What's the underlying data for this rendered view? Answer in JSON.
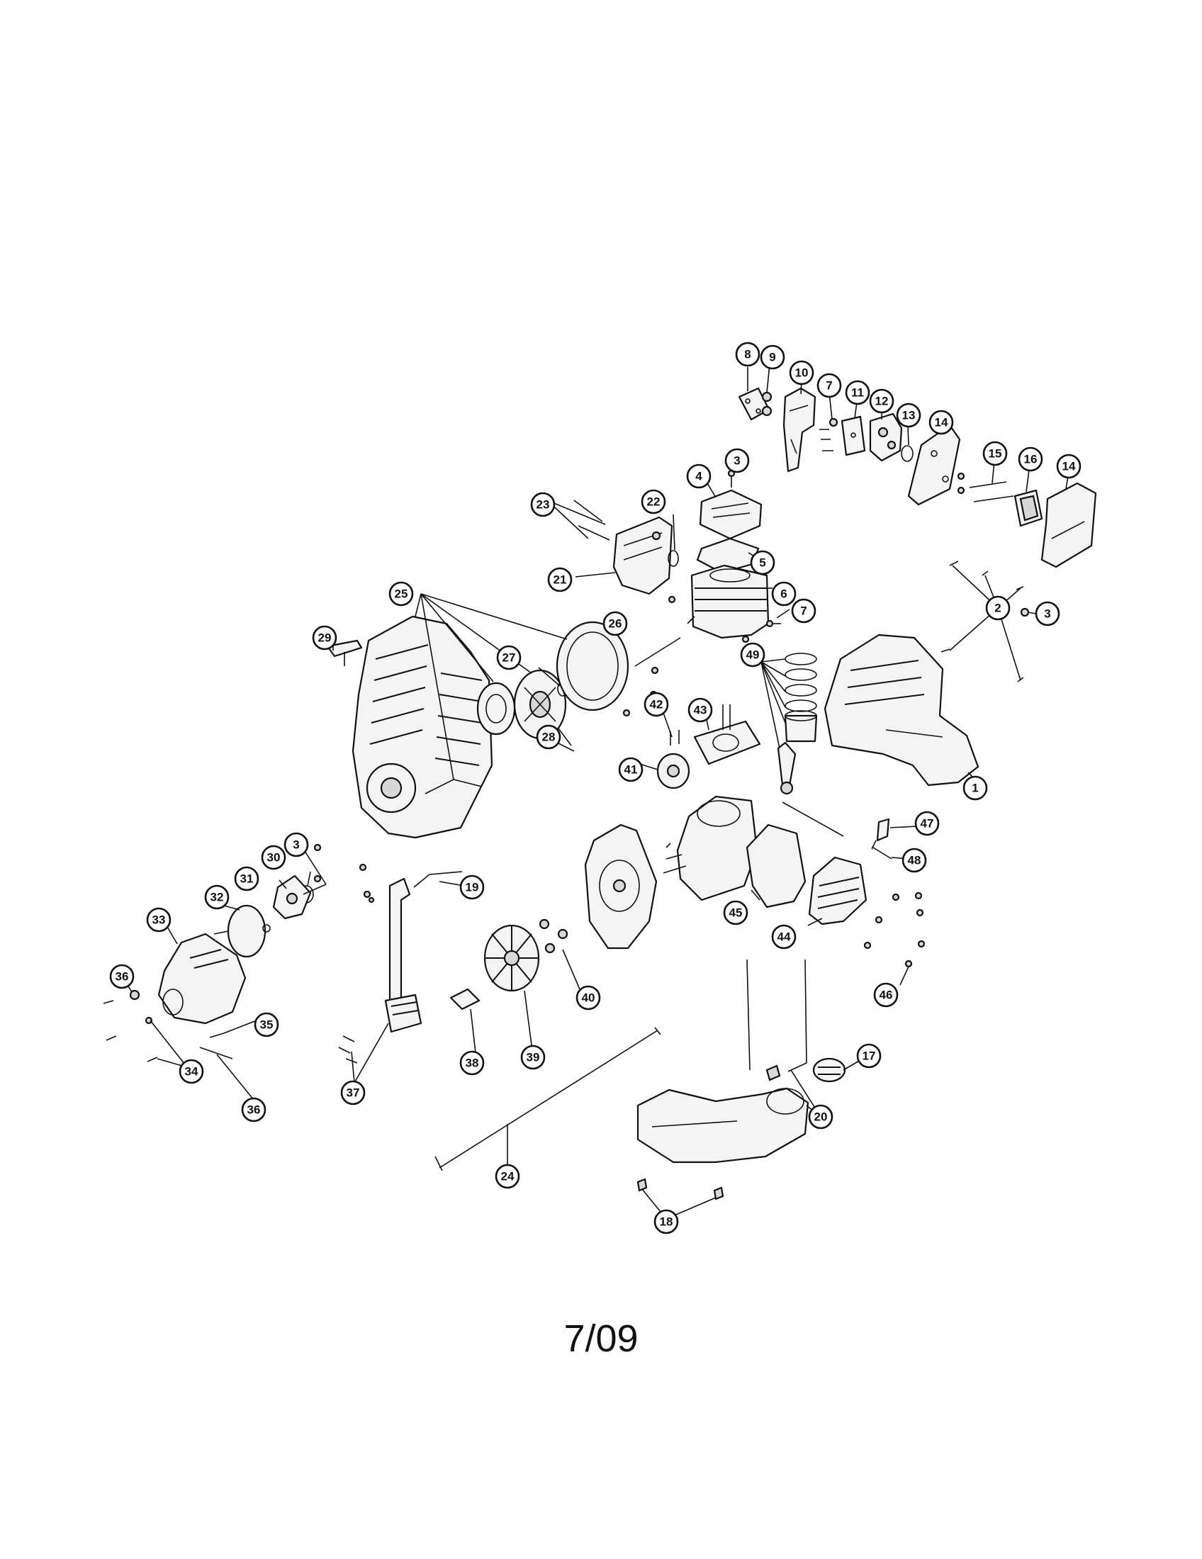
{
  "diagram": {
    "callouts": [
      {
        "n": "1"
      },
      {
        "n": "2"
      },
      {
        "n": "3"
      },
      {
        "n": "4"
      },
      {
        "n": "5"
      },
      {
        "n": "6"
      },
      {
        "n": "7"
      },
      {
        "n": "8"
      },
      {
        "n": "9"
      },
      {
        "n": "10"
      },
      {
        "n": "11"
      },
      {
        "n": "12"
      },
      {
        "n": "13"
      },
      {
        "n": "14"
      },
      {
        "n": "15"
      },
      {
        "n": "16"
      },
      {
        "n": "17"
      },
      {
        "n": "18"
      },
      {
        "n": "19"
      },
      {
        "n": "20"
      },
      {
        "n": "21"
      },
      {
        "n": "22"
      },
      {
        "n": "23"
      },
      {
        "n": "24"
      },
      {
        "n": "25"
      },
      {
        "n": "26"
      },
      {
        "n": "27"
      },
      {
        "n": "28"
      },
      {
        "n": "29"
      },
      {
        "n": "30"
      },
      {
        "n": "31"
      },
      {
        "n": "32"
      },
      {
        "n": "33"
      },
      {
        "n": "34"
      },
      {
        "n": "35"
      },
      {
        "n": "36"
      },
      {
        "n": "37"
      },
      {
        "n": "38"
      },
      {
        "n": "39"
      },
      {
        "n": "40"
      },
      {
        "n": "41"
      },
      {
        "n": "42"
      },
      {
        "n": "43"
      },
      {
        "n": "44"
      },
      {
        "n": "45"
      },
      {
        "n": "46"
      },
      {
        "n": "47"
      },
      {
        "n": "48"
      },
      {
        "n": "49"
      }
    ]
  },
  "footer": {
    "code": "7/09"
  }
}
